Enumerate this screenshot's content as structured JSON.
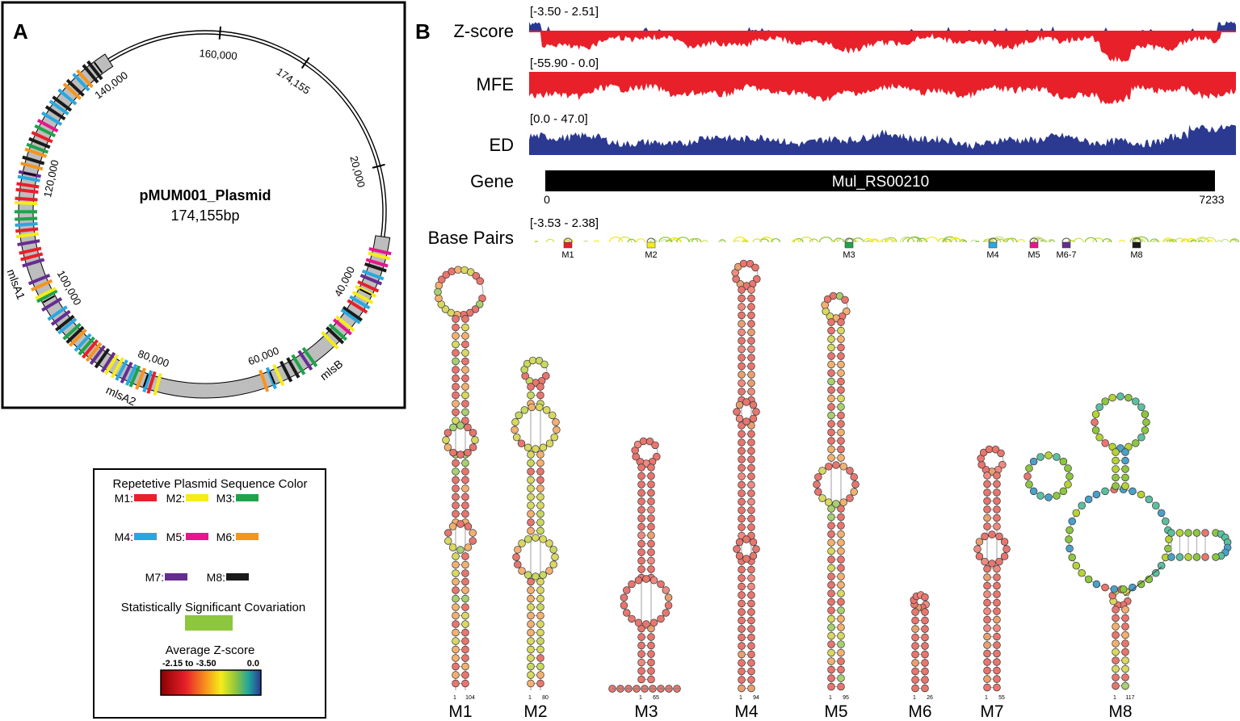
{
  "panelA": {
    "letter": "A",
    "title": "pMUM001_Plasmid",
    "size": "174,155bp",
    "total_bp": 174155,
    "ticks": [
      {
        "label": "20,000",
        "pos": 20000
      },
      {
        "label": "40,000",
        "pos": 40000
      },
      {
        "label": "60,000",
        "pos": 60000
      },
      {
        "label": "80,000",
        "pos": 80000
      },
      {
        "label": "100,000",
        "pos": 100000
      },
      {
        "label": "120,000",
        "pos": 120000
      },
      {
        "label": "140,000",
        "pos": 140000
      },
      {
        "label": "160,000",
        "pos": 160000
      },
      {
        "label": "174,155",
        "pos": 174155
      }
    ],
    "genes": [
      {
        "label": "mlsB",
        "pos": 52000
      },
      {
        "label": "mlsA2",
        "pos": 82500
      },
      {
        "label": "mlsA1",
        "pos": 104000
      }
    ],
    "insert_start": 31000,
    "insert_end": 142000
  },
  "legend": {
    "title": "Repetetive Plasmid Sequence Color",
    "items": [
      {
        "label": "M1:",
        "color": "#e8202a"
      },
      {
        "label": "M2:",
        "color": "#f5ec1a"
      },
      {
        "label": "M3:",
        "color": "#1fa34a"
      },
      {
        "label": "M4:",
        "color": "#29a8e0"
      },
      {
        "label": "M5:",
        "color": "#e8168c"
      },
      {
        "label": "M6:",
        "color": "#f7941d"
      },
      {
        "label": "M7:",
        "color": "#662d91"
      },
      {
        "label": "M8:",
        "color": "#1a1a1a"
      }
    ],
    "covariation_label": "Statistically Significant Covariation",
    "covariation_color": "#8dc63f",
    "zscore_label": "Average Z-score",
    "zscore_min": "-2.15 to -3.50",
    "zscore_max": "0.0"
  },
  "panelB": {
    "letter": "B",
    "tracks": [
      {
        "label": "Z-score",
        "range": "[-3.50 - 2.51]"
      },
      {
        "label": "MFE",
        "range": "[-55.90 - 0.0]"
      },
      {
        "label": "ED",
        "range": "[0.0 - 47.0]"
      },
      {
        "label": "Gene",
        "range": ""
      },
      {
        "label": "Base Pairs",
        "range": "[-3.53 - 2.38]"
      }
    ],
    "gene_name": "Mul_RS00210",
    "gene_start": "0",
    "gene_end": "7233",
    "markers": [
      {
        "label": "M1",
        "color": "#e8202a"
      },
      {
        "label": "M2",
        "color": "#f5ec1a"
      },
      {
        "label": "M3",
        "color": "#1fa34a"
      },
      {
        "label": "M4",
        "color": "#29a8e0"
      },
      {
        "label": "M5",
        "color": "#e8168c"
      },
      {
        "label": "M6-7",
        "color": "#662d91"
      },
      {
        "label": "M8",
        "color": "#1a1a1a"
      }
    ]
  },
  "structures": [
    {
      "label": "M1",
      "start": "1",
      "end": "104"
    },
    {
      "label": "M2",
      "start": "1",
      "end": "80"
    },
    {
      "label": "M3",
      "start": "1",
      "end": "65"
    },
    {
      "label": "M4",
      "start": "1",
      "end": "94"
    },
    {
      "label": "M5",
      "start": "1",
      "end": "95"
    },
    {
      "label": "M6",
      "start": "1",
      "end": "26"
    },
    {
      "label": "M7",
      "start": "1",
      "end": "55"
    },
    {
      "label": "M8",
      "start": "1",
      "end": "117"
    }
  ]
}
